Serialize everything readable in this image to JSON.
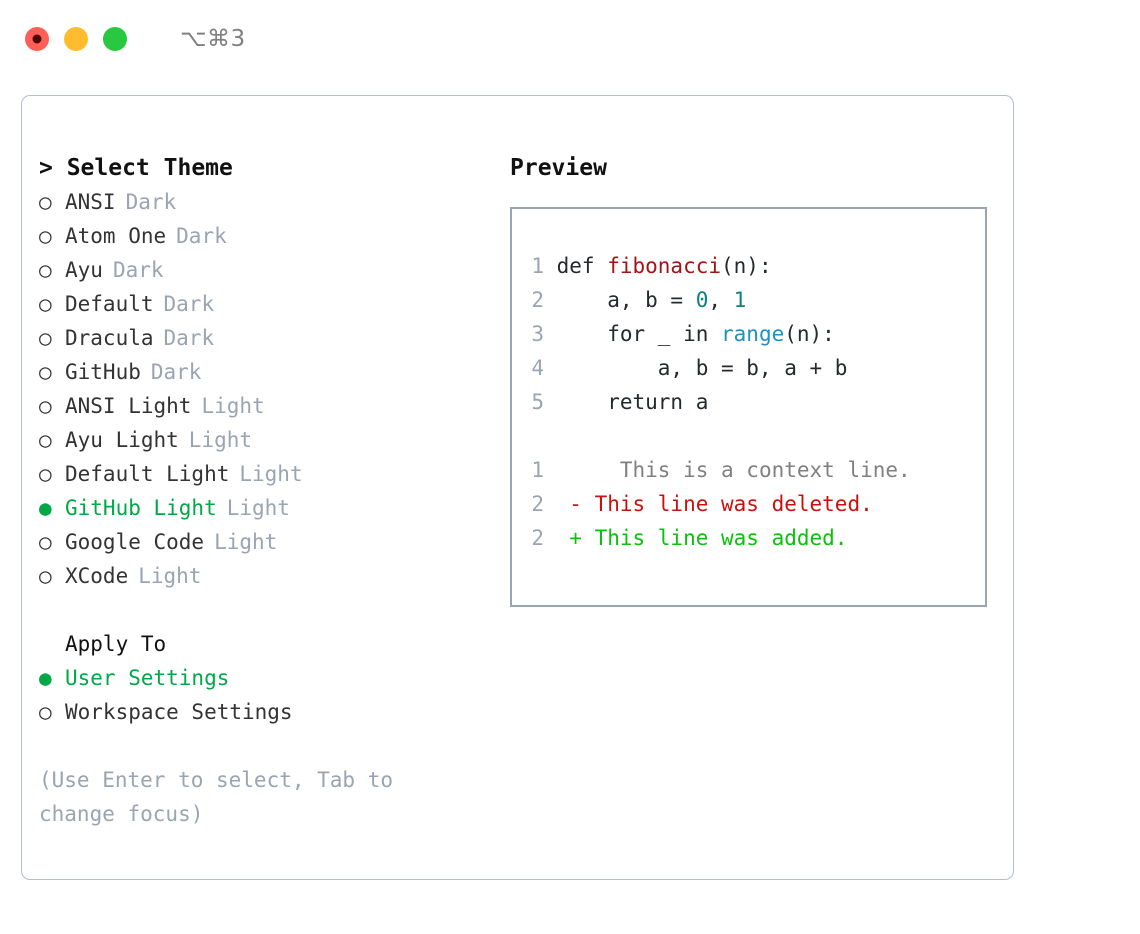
{
  "titlebar": {
    "shortcut": "⌥⌘3",
    "lights": [
      "close-red",
      "minimize-yellow",
      "zoom-green"
    ]
  },
  "left": {
    "header": "> Select Theme",
    "themes": [
      {
        "bullet": "○",
        "name": "ANSI",
        "tag": "Dark",
        "selected": false
      },
      {
        "bullet": "○",
        "name": "Atom One",
        "tag": "Dark",
        "selected": false
      },
      {
        "bullet": "○",
        "name": "Ayu",
        "tag": "Dark",
        "selected": false
      },
      {
        "bullet": "○",
        "name": "Default",
        "tag": "Dark",
        "selected": false
      },
      {
        "bullet": "○",
        "name": "Dracula",
        "tag": "Dark",
        "selected": false
      },
      {
        "bullet": "○",
        "name": "GitHub",
        "tag": "Dark",
        "selected": false
      },
      {
        "bullet": "○",
        "name": "ANSI Light",
        "tag": "Light",
        "selected": false
      },
      {
        "bullet": "○",
        "name": "Ayu Light",
        "tag": "Light",
        "selected": false
      },
      {
        "bullet": "○",
        "name": "Default Light",
        "tag": "Light",
        "selected": false
      },
      {
        "bullet": "●",
        "name": "GitHub Light",
        "tag": "Light",
        "selected": true
      },
      {
        "bullet": "○",
        "name": "Google Code",
        "tag": "Light",
        "selected": false
      },
      {
        "bullet": "○",
        "name": "XCode",
        "tag": "Light",
        "selected": false
      }
    ],
    "apply_to": {
      "header": "Apply To",
      "options": [
        {
          "bullet": "●",
          "name": "User Settings",
          "selected": true
        },
        {
          "bullet": "○",
          "name": "Workspace Settings",
          "selected": false
        }
      ]
    },
    "hint": "(Use Enter to select, Tab to change focus)"
  },
  "right": {
    "header": "Preview",
    "code": {
      "lines": [
        {
          "num": "1",
          "segments": [
            {
              "text": " def ",
              "cls": ""
            },
            {
              "text": "fibonacci",
              "cls": "tok-fn"
            },
            {
              "text": "(n):",
              "cls": ""
            }
          ]
        },
        {
          "num": "2",
          "segments": [
            {
              "text": "     a, b = ",
              "cls": ""
            },
            {
              "text": "0",
              "cls": "tok-num"
            },
            {
              "text": ", ",
              "cls": ""
            },
            {
              "text": "1",
              "cls": "tok-num"
            }
          ]
        },
        {
          "num": "3",
          "segments": [
            {
              "text": "     for _ in ",
              "cls": ""
            },
            {
              "text": "range",
              "cls": "tok-call"
            },
            {
              "text": "(n):",
              "cls": ""
            }
          ]
        },
        {
          "num": "4",
          "segments": [
            {
              "text": "         a, b = b, a + b",
              "cls": ""
            }
          ]
        },
        {
          "num": "5",
          "segments": [
            {
              "text": "     return a",
              "cls": ""
            }
          ]
        }
      ],
      "diff": [
        {
          "num": "1",
          "marker": "  ",
          "text": "  This is a context line.",
          "cls": "diff-ctx"
        },
        {
          "num": "2",
          "marker": "- ",
          "text": "This line was deleted.",
          "cls": "diff-del"
        },
        {
          "num": "2",
          "marker": "+ ",
          "text": "This line was added.",
          "cls": "diff-add"
        }
      ]
    }
  },
  "colors": {
    "selected_green": "#00a847",
    "tag_gray": "#9aa4b2",
    "diff_added": "#0bc20b",
    "diff_deleted": "#cc1010",
    "syntax_function": "#a31515",
    "syntax_number": "#0d8080",
    "syntax_call": "#1f8fc4",
    "panel_border": "#b4bfcc",
    "preview_border": "#9aa5b1"
  }
}
